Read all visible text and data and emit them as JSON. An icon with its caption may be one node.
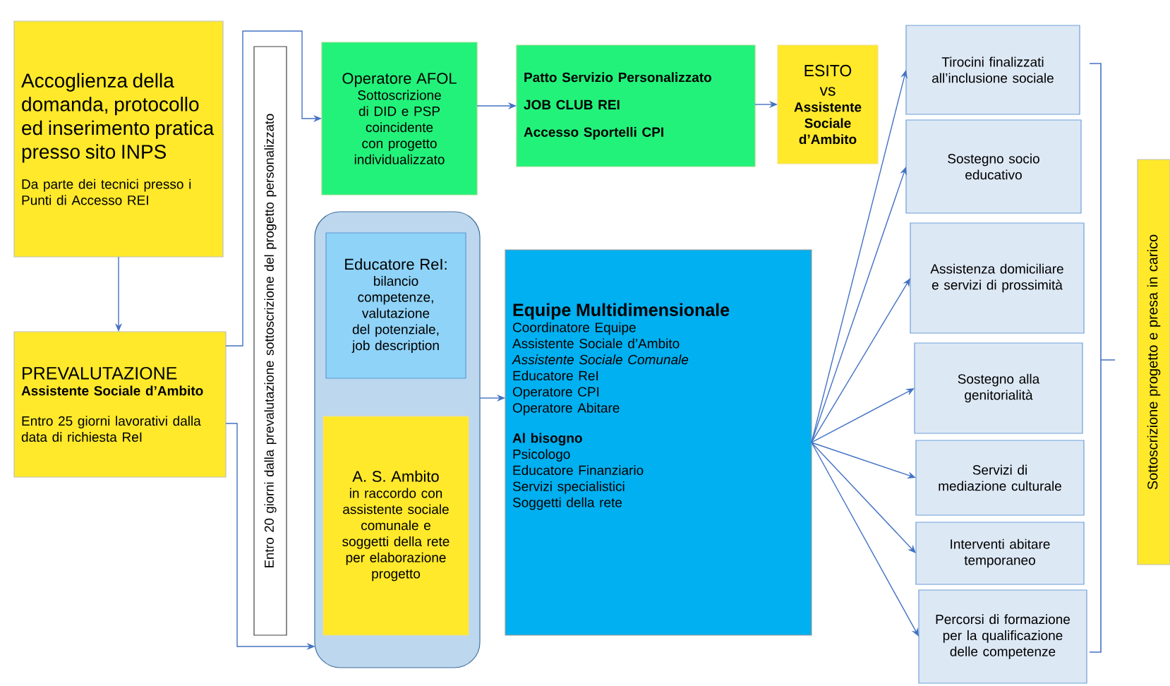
{
  "diagram": {
    "nodes": [
      {
        "text": [
          "Accoglienza della domanda, protocollo ed inserimento pratica presso sito INPS",
          "Da parte dei tecnici presso i Punti di Accesso REI"
        ]
      },
      {
        "text": [
          "PREVALUTAZIONE",
          "Assistente Sociale d’Ambito",
          "Entro 25 giorni lavorativi dalla data di richiesta ReI"
        ]
      },
      {
        "text": [
          "Entro 20 giorni dalla prevalutazione sottoscrizione del progetto personalizzato"
        ]
      },
      {
        "text": [
          "Operatore AFOL",
          "Sottoscrizione di DID e PSP coincidente con progetto individualizzato"
        ]
      },
      {
        "text": [
          "Patto Servizio Personalizzato",
          "JOB CLUB REI",
          "Accesso Sportelli CPI"
        ]
      },
      {
        "text": [
          "ESITO vs",
          "Assistente Sociale d’Ambito"
        ]
      },
      {
        "text": [],
        "shape": "box"
      },
      {
        "text": [
          "Educatore ReI:",
          "bilancio competenze, valutazione del potenziale, job description"
        ],
        "in": 6
      },
      {
        "text": [
          "A. S. Ambito",
          "in raccordo con assistente sociale comunale e soggetti della rete per elaborazione progetto"
        ],
        "in": 6
      },
      {
        "text": [
          "Equipe Multidimensionale",
          "Coordinatore Equipe",
          "Assistente Sociale d’Ambito",
          "Assistente Sociale Comunale",
          "Educatore ReI",
          "Operatore CPI",
          "Operatore Abitare",
          "Al bisogno",
          "Psicologo",
          "Educatore Finanziario",
          "Servizi specialistici",
          "Soggetti della rete"
        ]
      },
      {
        "text": [
          "Tirocini finalizzati all’inclusione sociale"
        ]
      },
      {
        "text": [
          "Sostegno socio educativo"
        ]
      },
      {
        "text": [
          "Assistenza domiciliare e servizi di prossimità"
        ]
      },
      {
        "text": [
          "Sostegno alla genitorialità"
        ]
      },
      {
        "text": [
          "Servizi di mediazione culturale"
        ]
      },
      {
        "text": [
          "Interventi abitare temporaneo"
        ]
      },
      {
        "text": [
          "Percorsi di formazione per la qualificazione delle competenze"
        ]
      },
      {
        "text": [
          "Sottoscrizione progetto e presa in carico"
        ]
      }
    ],
    "edges": [
      {
        "from": 0,
        "to": 1,
        "arrow": "to"
      },
      {
        "from": 1,
        "to": 3,
        "arrow": "to"
      },
      {
        "from": 1,
        "to": 6,
        "arrow": "to"
      },
      {
        "from": 3,
        "to": 4,
        "arrow": "to"
      },
      {
        "from": 4,
        "to": 5,
        "arrow": "to"
      },
      {
        "from": 6,
        "to": 9,
        "arrow": "to"
      },
      {
        "from": 9,
        "to": 10,
        "arrow": "to"
      },
      {
        "from": 9,
        "to": 11,
        "arrow": "to"
      },
      {
        "from": 9,
        "to": 12,
        "arrow": "to"
      },
      {
        "from": 9,
        "to": 13,
        "arrow": "to"
      },
      {
        "from": 9,
        "to": 14,
        "arrow": "to"
      },
      {
        "from": 9,
        "to": 15,
        "arrow": "to"
      },
      {
        "from": 9,
        "to": 16,
        "arrow": "to"
      }
    ]
  }
}
